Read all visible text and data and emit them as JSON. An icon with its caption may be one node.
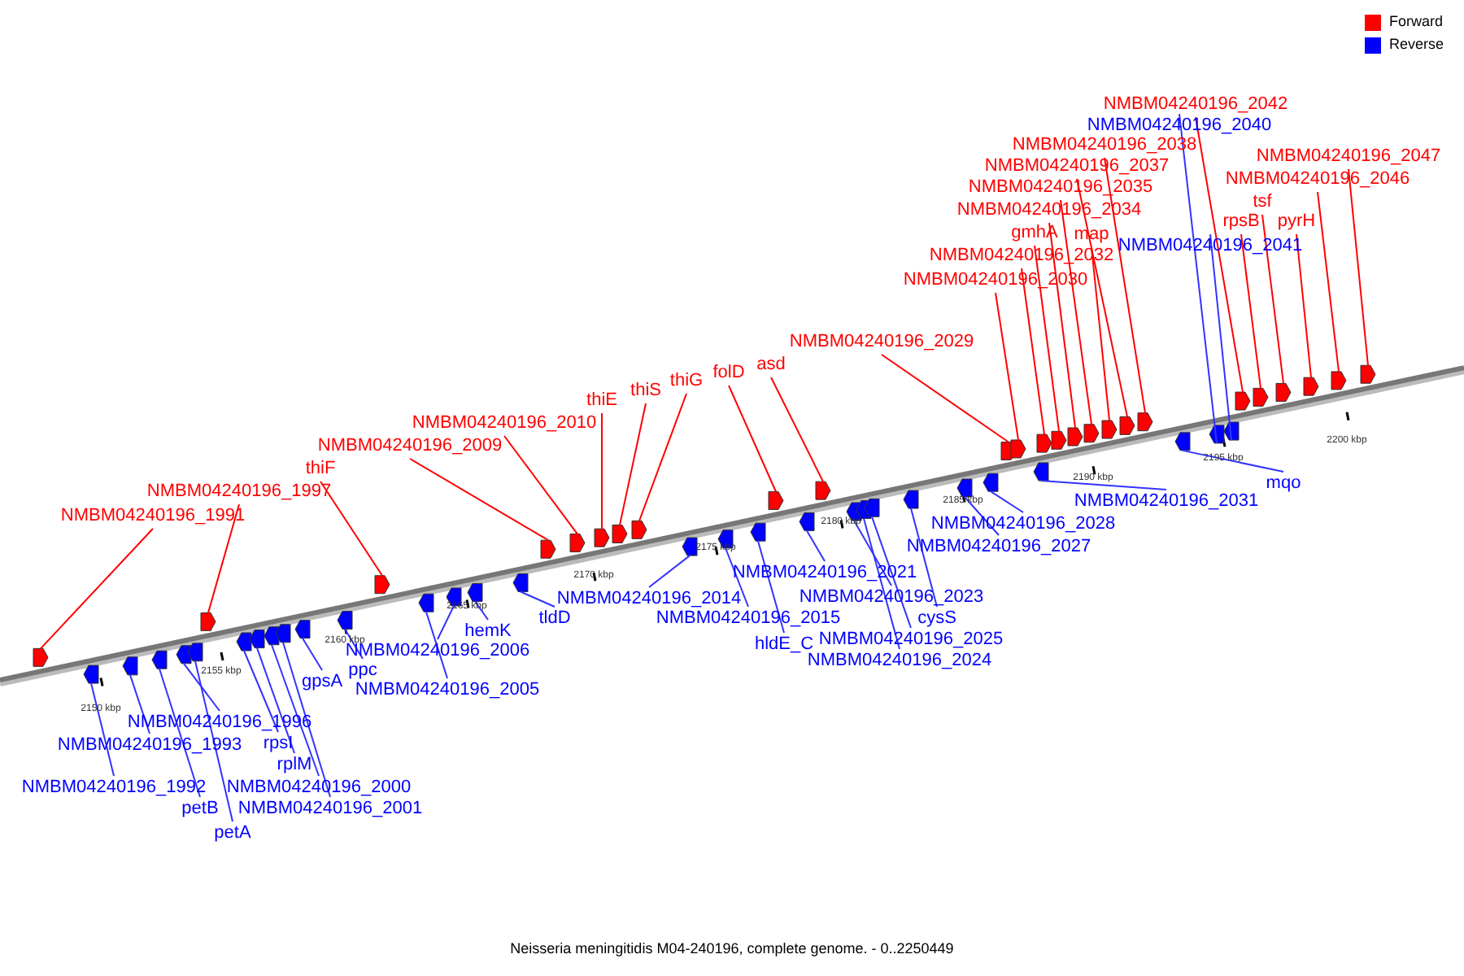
{
  "diagram": {
    "caption": "Neisseria meningitidis M04-240196, complete genome. - 0..2250449",
    "nodes": [
      {
        "text": [
          "NMBM04240196_1991"
        ]
      },
      {
        "text": [
          "NMBM04240196_1997"
        ]
      },
      {
        "text": [
          "thiF"
        ]
      },
      {
        "text": [
          "NMBM04240196_2009"
        ]
      },
      {
        "text": [
          "NMBM04240196_2010"
        ]
      },
      {
        "text": [
          "thiE"
        ]
      },
      {
        "text": [
          "thiS"
        ]
      },
      {
        "text": [
          "thiG"
        ]
      },
      {
        "text": [
          "folD"
        ]
      },
      {
        "text": [
          "asd"
        ]
      },
      {
        "text": [
          "NMBM04240196_2029"
        ]
      },
      {
        "text": [
          "NMBM04240196_2030"
        ]
      },
      {
        "text": [
          "NMBM04240196_2032"
        ]
      },
      {
        "text": [
          "gmhA"
        ]
      },
      {
        "text": [
          "NMBM04240196_2034"
        ]
      },
      {
        "text": [
          "NMBM04240196_2035"
        ]
      },
      {
        "text": [
          "map"
        ]
      },
      {
        "text": [
          "NMBM04240196_2037"
        ]
      },
      {
        "text": [
          "NMBM04240196_2038"
        ]
      },
      {
        "text": [
          "NMBM04240196_2042"
        ]
      },
      {
        "text": [
          "rpsB"
        ]
      },
      {
        "text": [
          "tsf"
        ]
      },
      {
        "text": [
          "pyrH"
        ]
      },
      {
        "text": [
          "NMBM04240196_2046"
        ]
      },
      {
        "text": [
          "NMBM04240196_2047"
        ]
      },
      {
        "text": [
          "NMBM04240196_2040"
        ]
      },
      {
        "text": [
          "NMBM04240196_2041"
        ]
      },
      {
        "text": [
          "NMBM04240196_1992"
        ]
      },
      {
        "text": [
          "NMBM04240196_1993"
        ]
      },
      {
        "text": [
          "NMBM04240196_1996"
        ]
      },
      {
        "text": [
          "petB"
        ]
      },
      {
        "text": [
          "petA"
        ]
      },
      {
        "text": [
          "rpsI"
        ]
      },
      {
        "text": [
          "rplM"
        ]
      },
      {
        "text": [
          "NMBM04240196_2000"
        ]
      },
      {
        "text": [
          "NMBM04240196_2001"
        ]
      },
      {
        "text": [
          "gpsA"
        ]
      },
      {
        "text": [
          "ppc"
        ]
      },
      {
        "text": [
          "NMBM04240196_2005"
        ]
      },
      {
        "text": [
          "NMBM04240196_2006"
        ]
      },
      {
        "text": [
          "hemK"
        ]
      },
      {
        "text": [
          "tldD"
        ]
      },
      {
        "text": [
          "NMBM04240196_2014"
        ]
      },
      {
        "text": [
          "NMBM04240196_2015"
        ]
      },
      {
        "text": [
          "hldE_C"
        ]
      },
      {
        "text": [
          "NMBM04240196_2021"
        ]
      },
      {
        "text": [
          "NMBM04240196_2023"
        ]
      },
      {
        "text": [
          "cysS"
        ]
      },
      {
        "text": [
          "NMBM04240196_2025"
        ]
      },
      {
        "text": [
          "NMBM04240196_2024"
        ]
      },
      {
        "text": [
          "NMBM04240196_2027"
        ]
      },
      {
        "text": [
          "NMBM04240196_2028"
        ]
      },
      {
        "text": [
          "NMBM04240196_2031"
        ]
      },
      {
        "text": [
          "mqo"
        ]
      },
      {
        "text": [],
        "shape": "arrow"
      },
      {
        "text": [],
        "shape": "arrow"
      },
      {
        "text": [],
        "shape": "arrow"
      },
      {
        "text": [],
        "shape": "arrow"
      },
      {
        "text": [],
        "shape": "arrow"
      },
      {
        "text": [],
        "shape": "arrow"
      },
      {
        "text": [],
        "shape": "arrow"
      },
      {
        "text": [],
        "shape": "arrow"
      },
      {
        "text": [],
        "shape": "arrow"
      },
      {
        "text": [],
        "shape": "arrow"
      },
      {
        "text": [],
        "shape": "arrow"
      },
      {
        "text": [],
        "shape": "arrow"
      },
      {
        "text": [],
        "shape": "arrow"
      },
      {
        "text": [],
        "shape": "arrow"
      },
      {
        "text": [],
        "shape": "arrow"
      },
      {
        "text": [],
        "shape": "arrow"
      },
      {
        "text": [],
        "shape": "arrow"
      },
      {
        "text": [],
        "shape": "arrow"
      },
      {
        "text": [],
        "shape": "arrow"
      },
      {
        "text": [],
        "shape": "arrow"
      },
      {
        "text": [],
        "shape": "arrow"
      },
      {
        "text": [],
        "shape": "arrow"
      },
      {
        "text": [],
        "shape": "arrow"
      },
      {
        "text": [],
        "shape": "arrow"
      },
      {
        "text": [],
        "shape": "arrow"
      },
      {
        "text": [],
        "shape": "arrow"
      },
      {
        "text": [],
        "shape": "arrow"
      },
      {
        "text": [],
        "shape": "arrow"
      },
      {
        "text": [],
        "shape": "arrow"
      },
      {
        "text": [],
        "shape": "arrow"
      },
      {
        "text": [],
        "shape": "arrow"
      },
      {
        "text": [],
        "shape": "arrow"
      },
      {
        "text": [],
        "shape": "arrow"
      },
      {
        "text": [],
        "shape": "arrow"
      },
      {
        "text": [],
        "shape": "arrow"
      },
      {
        "text": [],
        "shape": "arrow"
      },
      {
        "text": [],
        "shape": "arrow"
      },
      {
        "text": [],
        "shape": "arrow"
      },
      {
        "text": [],
        "shape": "arrow"
      },
      {
        "text": [],
        "shape": "arrow"
      },
      {
        "text": [],
        "shape": "arrow"
      },
      {
        "text": [],
        "shape": "arrow"
      },
      {
        "text": [],
        "shape": "arrow"
      },
      {
        "text": [],
        "shape": "arrow"
      },
      {
        "text": [],
        "shape": "arrow"
      },
      {
        "text": [],
        "shape": "arrow"
      },
      {
        "text": [],
        "shape": "arrow"
      },
      {
        "text": [],
        "shape": "arrow"
      },
      {
        "text": [],
        "shape": "arrow"
      },
      {
        "text": [],
        "shape": "arrow"
      },
      {
        "text": [],
        "shape": "arrow"
      },
      {
        "text": [],
        "shape": "arrow"
      },
      {
        "text": [],
        "shape": "arrow"
      },
      {
        "text": [],
        "shape": "arrow"
      }
    ],
    "edges": [
      {
        "from": 0,
        "to": 54,
        "arrow": "none",
        "color": "#ff0000"
      },
      {
        "from": 1,
        "to": 60,
        "arrow": "none",
        "color": "#ff0000"
      },
      {
        "from": 2,
        "to": 67,
        "arrow": "none",
        "color": "#ff0000"
      },
      {
        "from": 3,
        "to": 72,
        "arrow": "none",
        "color": "#ff0000"
      },
      {
        "from": 4,
        "to": 73,
        "arrow": "none",
        "color": "#ff0000"
      },
      {
        "from": 5,
        "to": 74,
        "arrow": "none",
        "color": "#ff0000"
      },
      {
        "from": 6,
        "to": 75,
        "arrow": "none",
        "color": "#ff0000"
      },
      {
        "from": 7,
        "to": 76,
        "arrow": "none",
        "color": "#ff0000"
      },
      {
        "from": 8,
        "to": 80,
        "arrow": "none",
        "color": "#ff0000"
      },
      {
        "from": 9,
        "to": 82,
        "arrow": "none",
        "color": "#ff0000"
      },
      {
        "from": 10,
        "to": 89,
        "arrow": "none",
        "color": "#ff0000"
      },
      {
        "from": 11,
        "to": 90,
        "arrow": "none",
        "color": "#ff0000"
      },
      {
        "from": 12,
        "to": 92,
        "arrow": "none",
        "color": "#ff0000"
      },
      {
        "from": 13,
        "to": 93,
        "arrow": "none",
        "color": "#ff0000"
      },
      {
        "from": 14,
        "to": 94,
        "arrow": "none",
        "color": "#ff0000"
      },
      {
        "from": 15,
        "to": 95,
        "arrow": "none",
        "color": "#ff0000"
      },
      {
        "from": 16,
        "to": 96,
        "arrow": "none",
        "color": "#ff0000"
      },
      {
        "from": 17,
        "to": 97,
        "arrow": "none",
        "color": "#ff0000"
      },
      {
        "from": 18,
        "to": 98,
        "arrow": "none",
        "color": "#ff0000"
      },
      {
        "from": 19,
        "to": 102,
        "arrow": "none",
        "color": "#ff0000"
      },
      {
        "from": 20,
        "to": 103,
        "arrow": "none",
        "color": "#ff0000"
      },
      {
        "from": 21,
        "to": 104,
        "arrow": "none",
        "color": "#ff0000"
      },
      {
        "from": 22,
        "to": 105,
        "arrow": "none",
        "color": "#ff0000"
      },
      {
        "from": 23,
        "to": 106,
        "arrow": "none",
        "color": "#ff0000"
      },
      {
        "from": 24,
        "to": 107,
        "arrow": "none",
        "color": "#ff0000"
      },
      {
        "from": 25,
        "to": 100,
        "arrow": "none"
      },
      {
        "from": 26,
        "to": 101,
        "arrow": "none"
      },
      {
        "from": 27,
        "to": 55,
        "arrow": "none"
      },
      {
        "from": 28,
        "to": 56,
        "arrow": "none"
      },
      {
        "from": 29,
        "to": 58,
        "arrow": "none"
      },
      {
        "from": 30,
        "to": 57,
        "arrow": "none"
      },
      {
        "from": 31,
        "to": 59,
        "arrow": "none"
      },
      {
        "from": 32,
        "to": 61,
        "arrow": "none"
      },
      {
        "from": 33,
        "to": 62,
        "arrow": "none"
      },
      {
        "from": 34,
        "to": 63,
        "arrow": "none"
      },
      {
        "from": 35,
        "to": 64,
        "arrow": "none"
      },
      {
        "from": 36,
        "to": 65,
        "arrow": "none"
      },
      {
        "from": 37,
        "to": 66,
        "arrow": "none"
      },
      {
        "from": 38,
        "to": 68,
        "arrow": "none"
      },
      {
        "from": 39,
        "to": 69,
        "arrow": "none"
      },
      {
        "from": 40,
        "to": 70,
        "arrow": "none"
      },
      {
        "from": 41,
        "to": 71,
        "arrow": "none"
      },
      {
        "from": 42,
        "to": 77,
        "arrow": "none"
      },
      {
        "from": 43,
        "to": 78,
        "arrow": "none"
      },
      {
        "from": 44,
        "to": 79,
        "arrow": "none"
      },
      {
        "from": 45,
        "to": 81,
        "arrow": "none"
      },
      {
        "from": 46,
        "to": 83,
        "arrow": "none"
      },
      {
        "from": 47,
        "to": 86,
        "arrow": "none"
      },
      {
        "from": 48,
        "to": 85,
        "arrow": "none"
      },
      {
        "from": 49,
        "to": 84,
        "arrow": "none"
      },
      {
        "from": 50,
        "to": 87,
        "arrow": "none"
      },
      {
        "from": 51,
        "to": 88,
        "arrow": "none"
      },
      {
        "from": 52,
        "to": 91,
        "arrow": "none"
      },
      {
        "from": 53,
        "to": 99,
        "arrow": "none"
      }
    ],
    "labels": [
      "2150 kbp",
      "2155 kbp",
      "2160 kbp",
      "2165 kbp",
      "2170 kbp",
      "2175 kbp",
      "2180 kbp",
      "2185 kbp",
      "2190 kbp",
      "2195 kbp",
      "2200 kbp"
    ],
    "legend": [
      {
        "text": "Forward",
        "color": "#ff0000"
      },
      {
        "text": "Reverse",
        "color": "#0000ff"
      }
    ]
  }
}
